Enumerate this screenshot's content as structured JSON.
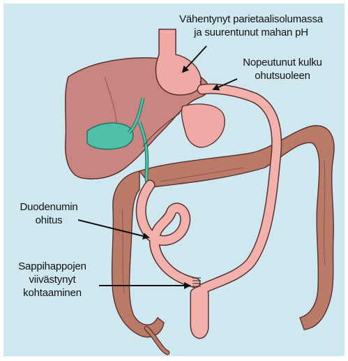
{
  "labels": {
    "parietal_line1": "Vähentynyt parietaalisolumassa",
    "parietal_line2": "ja suurentunut mahan pH",
    "transit_line1": "Nopeutunut kulku",
    "transit_line2": "ohutsuoleen",
    "duodenum_line1": "Duodenumin",
    "duodenum_line2": "ohitus",
    "bile_line1": "Sappihappojen",
    "bile_line2": "viivästynyt",
    "bile_line3": "kohtaaminen"
  },
  "colors": {
    "background": "#cfe8ef",
    "liver": "#c98681",
    "liver_outline": "#5a3030",
    "gallbladder": "#4fc1a9",
    "stomach": "#f0aaa6",
    "colon": "#b97a68",
    "intestine": "#f2b1ab"
  }
}
